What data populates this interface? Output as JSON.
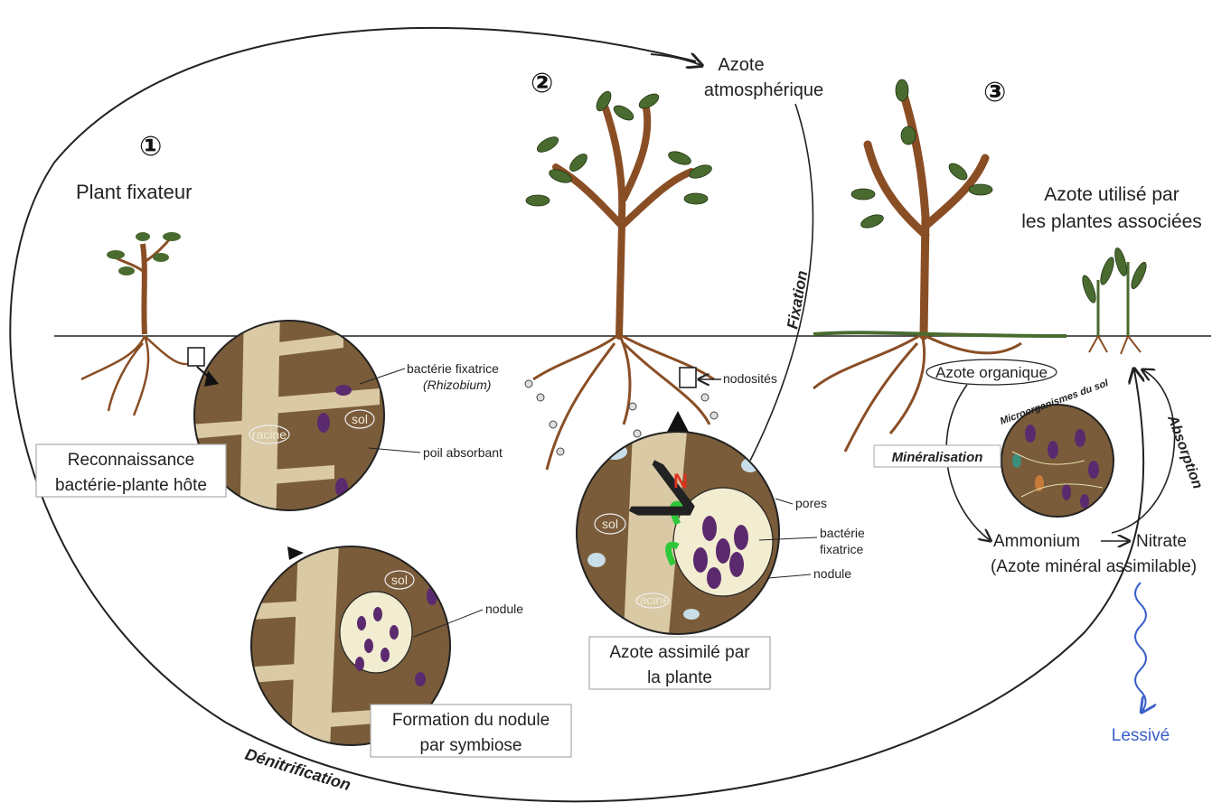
{
  "stages": [
    {
      "number": "①",
      "title": "Plant fixateur"
    },
    {
      "number": "②"
    },
    {
      "number": "③"
    }
  ],
  "top_labels": {
    "atmospheric_line1": "Azote",
    "atmospheric_line2": "atmosphérique",
    "used_line1": "Azote utilisé par",
    "used_line2": "les plantes associées"
  },
  "process_labels": {
    "fixation": "Fixation",
    "denitrification": "Dénitrification",
    "mineralisation": "Minéralisation",
    "absorption": "Absorption",
    "lessive": "Lessivé"
  },
  "stage1": {
    "bacteria_line1": "bactérie fixatrice",
    "bacteria_line2": "(Rhizobium)",
    "root_hair": "poil absorbant",
    "racine": "racine",
    "sol": "sol",
    "recognition_line1": "Reconnaissance",
    "recognition_line2": "bactérie-plante hôte",
    "nodule": "nodule",
    "sol2": "sol",
    "formation_line1": "Formation du nodule",
    "formation_line2": "par symbiose"
  },
  "stage2": {
    "nodosites": "nodosités",
    "n_letter": "N",
    "pores": "pores",
    "bacteria_line1": "bactérie",
    "bacteria_line2": "fixatrice",
    "nodule": "nodule",
    "sol": "sol",
    "racine": "racine",
    "assimilated_line1": "Azote assimilé par",
    "assimilated_line2": "la plante"
  },
  "stage3": {
    "organic": "Azote organique",
    "microorganisms": "Microorganismes du sol",
    "ammonium": "Ammonium",
    "nitrate": "Nitrate",
    "mineral": "(Azote minéral assimilable)"
  },
  "colors": {
    "soil": "#7a5c3a",
    "root": "#d9c9a4",
    "bacteria": "#5b2a6e",
    "leaf": "#4a6b30",
    "trunk": "#8a4e25",
    "leach_arrow": "#3a5fc8",
    "n_red": "#e0301e",
    "green_arrow": "#2fc83a"
  }
}
